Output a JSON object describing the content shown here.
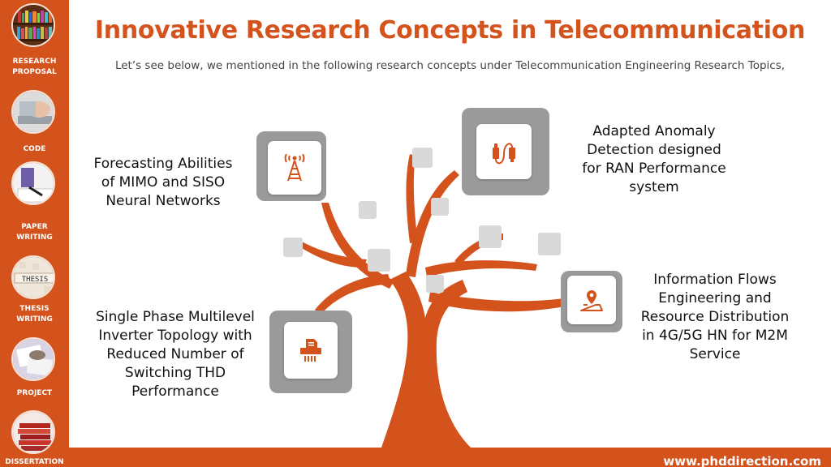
{
  "title": "Innovative Research Concepts in Telecommunication",
  "subtitle": "Let’s see below, we mentioned in the following research concepts under Telecommunication Engineering Research Topics,",
  "sidebar": {
    "items": [
      {
        "label": "",
        "icon": "bookshelf-icon"
      },
      {
        "label": "RESEARCH\nPROPOSAL",
        "icon": "laptop-icon"
      },
      {
        "label": "CODE",
        "icon": "writing-icon"
      },
      {
        "label": "PAPER\nWRITING",
        "icon": "thesis-blocks-icon"
      },
      {
        "label": "THESIS\nWRITING",
        "icon": "papers-icon"
      },
      {
        "label": "PROJECT",
        "icon": "books-stack-icon"
      },
      {
        "label": "DISSERTATION",
        "icon": ""
      }
    ]
  },
  "topics": [
    {
      "text": "Forecasting Abilities\nof MIMO and SISO\nNeural Networks",
      "icon": "antenna-tower-icon"
    },
    {
      "text": "Adapted Anomaly\nDetection designed\nfor RAN Performance\nsystem",
      "icon": "usb-cable-icon"
    },
    {
      "text": "Information Flows\nEngineering and\nResource Distribution\nin 4G/5G HN for M2M\nService",
      "icon": "map-pin-icon"
    },
    {
      "text": "Single Phase Multilevel\nInverter Topology with\nReduced Number of\nSwitching THD\nPerformance",
      "icon": "shredder-icon"
    }
  ],
  "footer": {
    "website": "www.phddirection.com"
  },
  "colors": {
    "accent": "#d4521c",
    "card_gray": "#9a9a9a",
    "square_gray": "#d9d9d9"
  }
}
